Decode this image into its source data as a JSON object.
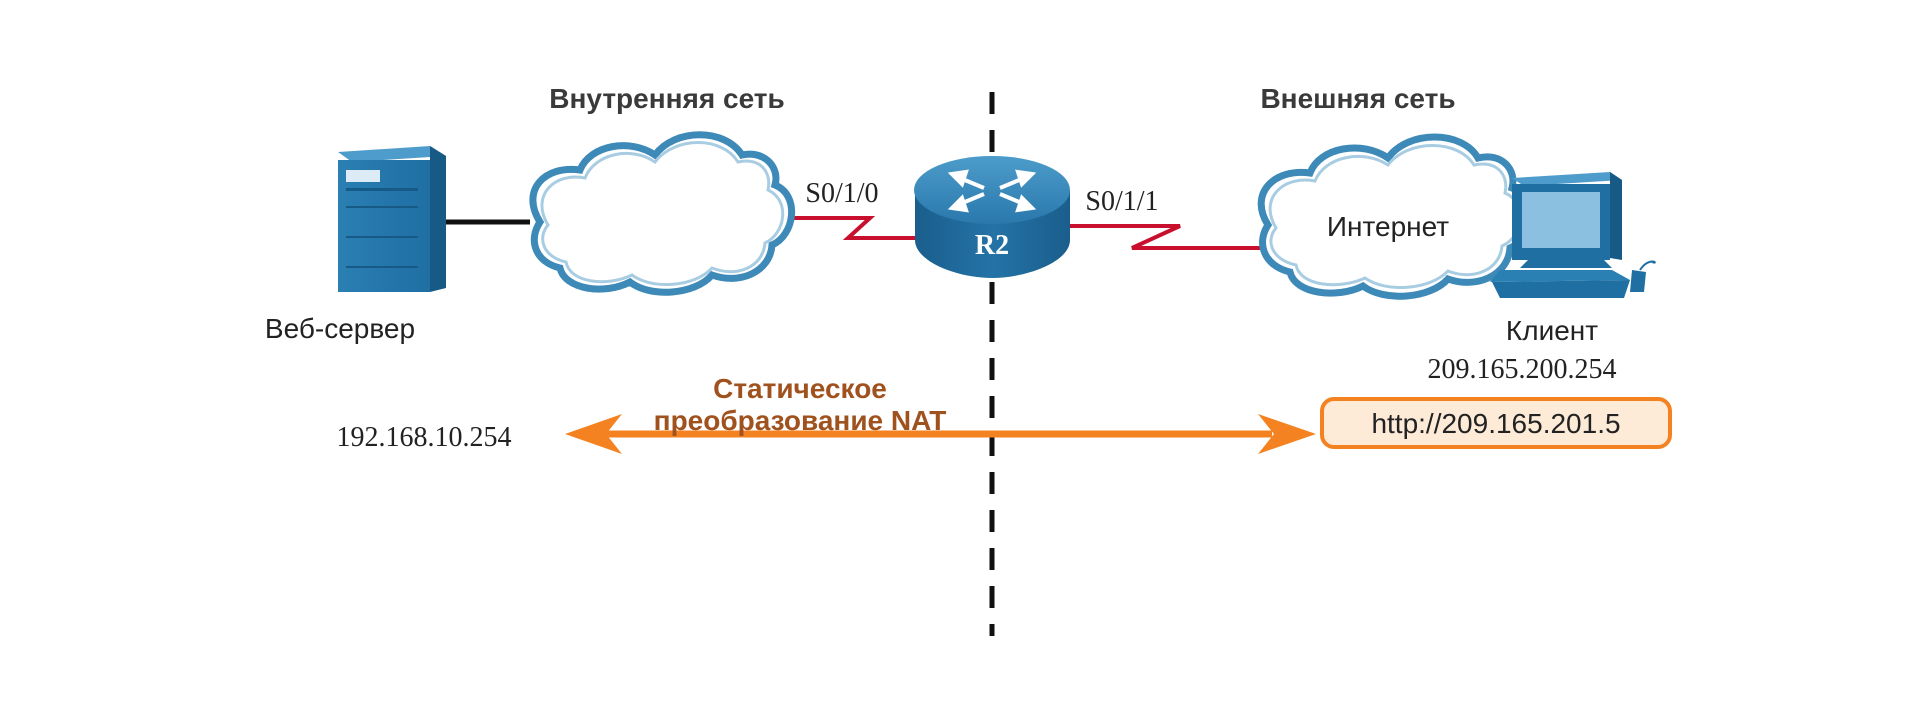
{
  "zones": {
    "inside_title": "Внутренняя сеть",
    "outside_title": "Внешняя сеть"
  },
  "devices": {
    "server_label": "Веб-сервер",
    "server_ip": "192.168.10.254",
    "router_label": "R2",
    "internet_label": "Интернет",
    "client_label": "Клиент",
    "client_ip": "209.165.200.254"
  },
  "interfaces": {
    "inside": "S0/1/0",
    "outside": "S0/1/1"
  },
  "nat": {
    "line1": "Статическое",
    "line2": "преобразование NAT",
    "text_color": "#A0521E",
    "arrow_color": "#F58220"
  },
  "url_box": {
    "text": "http://209.165.201.5",
    "fill": "#FDEBD8",
    "stroke": "#F58220"
  },
  "colors": {
    "device_blue": "#1F6FA3",
    "cloud_stroke": "#3D89B8",
    "serial_link": "#C8102E",
    "ethernet_link": "#111111"
  }
}
